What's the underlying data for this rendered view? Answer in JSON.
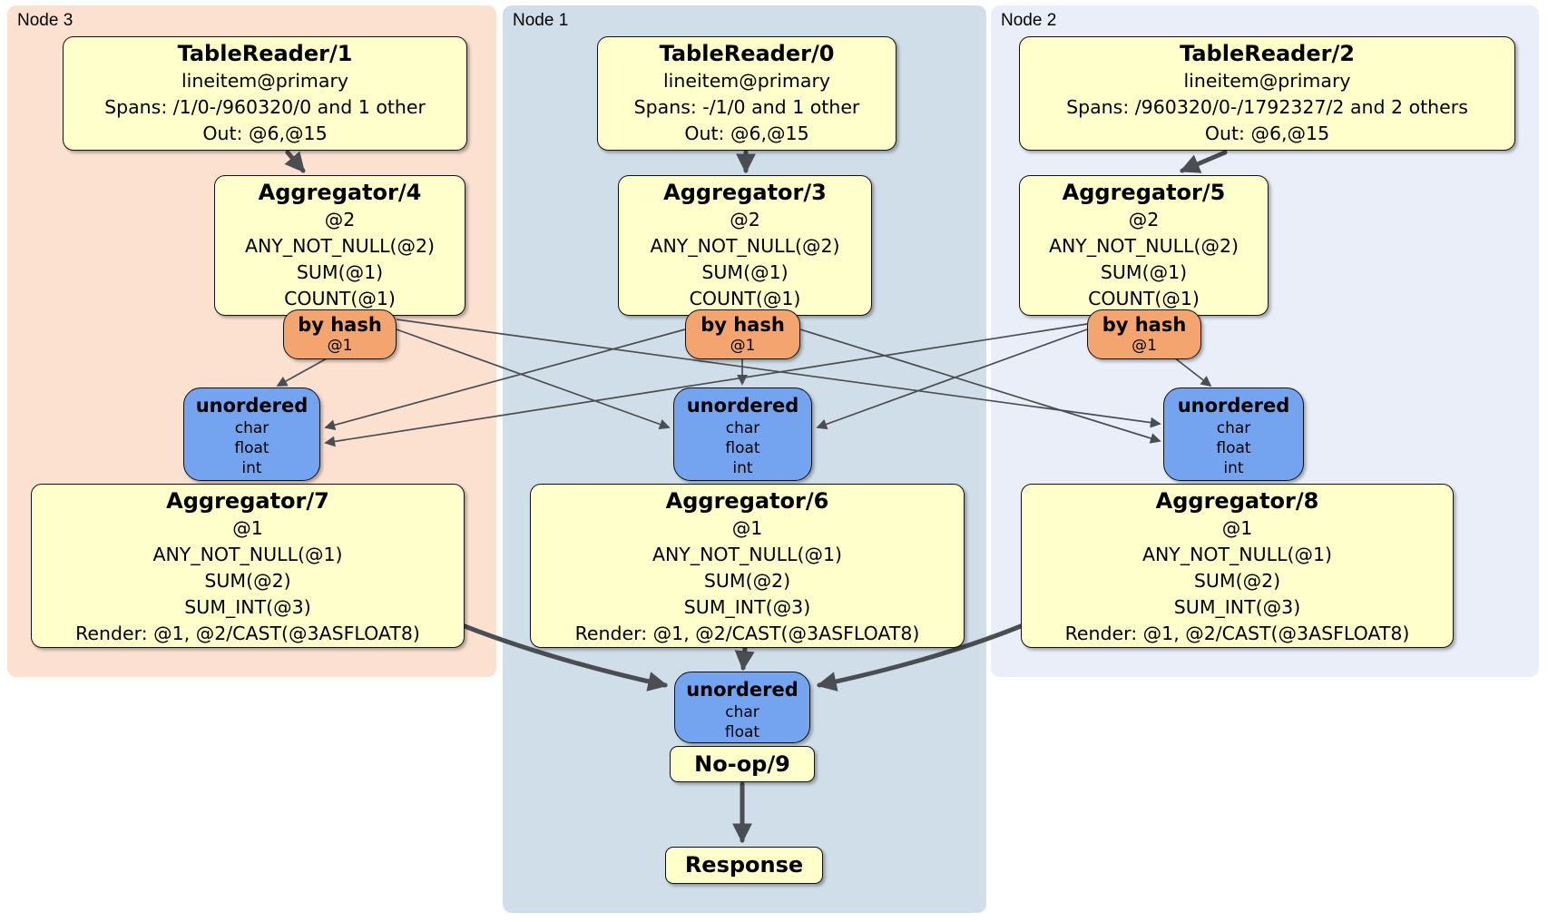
{
  "regions": {
    "node3": {
      "label": "Node 3"
    },
    "node1": {
      "label": "Node 1"
    },
    "node2": {
      "label": "Node 2"
    }
  },
  "nodes": {
    "tr1": {
      "title": "TableReader/1",
      "lines": [
        "lineitem@primary",
        "Spans: /1/0-/960320/0 and 1 other",
        "Out: @6,@15"
      ]
    },
    "tr0": {
      "title": "TableReader/0",
      "lines": [
        "lineitem@primary",
        "Spans: -/1/0 and 1 other",
        "Out: @6,@15"
      ]
    },
    "tr2": {
      "title": "TableReader/2",
      "lines": [
        "lineitem@primary",
        "Spans: /960320/0-/1792327/2 and 2 others",
        "Out: @6,@15"
      ]
    },
    "agg4": {
      "title": "Aggregator/4",
      "lines": [
        "@2",
        "ANY_NOT_NULL(@2)",
        "SUM(@1)",
        "COUNT(@1)"
      ]
    },
    "agg3": {
      "title": "Aggregator/3",
      "lines": [
        "@2",
        "ANY_NOT_NULL(@2)",
        "SUM(@1)",
        "COUNT(@1)"
      ]
    },
    "agg5": {
      "title": "Aggregator/5",
      "lines": [
        "@2",
        "ANY_NOT_NULL(@2)",
        "SUM(@1)",
        "COUNT(@1)"
      ]
    },
    "bh3": {
      "title": "by hash",
      "lines": [
        "@1"
      ]
    },
    "bh1": {
      "title": "by hash",
      "lines": [
        "@1"
      ]
    },
    "bh2": {
      "title": "by hash",
      "lines": [
        "@1"
      ]
    },
    "u3": {
      "title": "unordered",
      "lines": [
        "char",
        "float",
        "int"
      ]
    },
    "u1": {
      "title": "unordered",
      "lines": [
        "char",
        "float",
        "int"
      ]
    },
    "u2": {
      "title": "unordered",
      "lines": [
        "char",
        "float",
        "int"
      ]
    },
    "agg7": {
      "title": "Aggregator/7",
      "lines": [
        "@1",
        "ANY_NOT_NULL(@1)",
        "SUM(@2)",
        "SUM_INT(@3)",
        "Render: @1, @2/CAST(@3ASFLOAT8)"
      ]
    },
    "agg6": {
      "title": "Aggregator/6",
      "lines": [
        "@1",
        "ANY_NOT_NULL(@1)",
        "SUM(@2)",
        "SUM_INT(@3)",
        "Render: @1, @2/CAST(@3ASFLOAT8)"
      ]
    },
    "agg8": {
      "title": "Aggregator/8",
      "lines": [
        "@1",
        "ANY_NOT_NULL(@1)",
        "SUM(@2)",
        "SUM_INT(@3)",
        "Render: @1, @2/CAST(@3ASFLOAT8)"
      ]
    },
    "ufinal": {
      "title": "unordered",
      "lines": [
        "char",
        "float"
      ]
    },
    "noop": {
      "title": "No-op/9"
    },
    "resp": {
      "title": "Response"
    }
  },
  "colors": {
    "node3_bg": "#fce1d1",
    "node1_bg": "#cfdee9",
    "node2_bg": "#e9eef9",
    "processor_bg": "#ffffcc",
    "router_bg": "#f4a46e",
    "sync_bg": "#74a3f0",
    "edge": "#4a4d52",
    "border": "#111111"
  }
}
